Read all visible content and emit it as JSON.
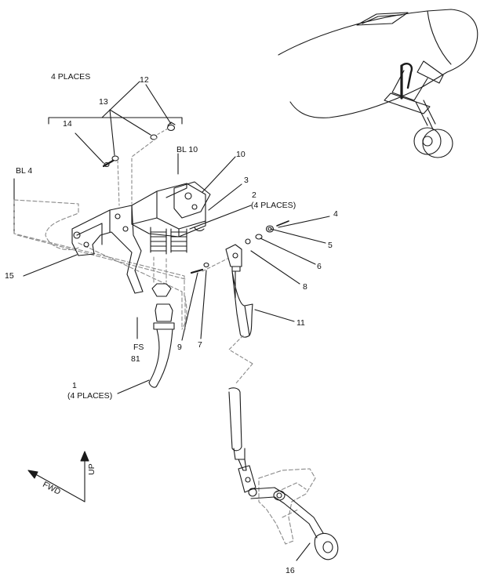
{
  "labels": {
    "four_places": "4 PLACES",
    "bl4": "BL 4",
    "bl10": "BL 10",
    "fs": "FS",
    "fs_num": "81",
    "up": "UP",
    "fwd": "FWD",
    "p1": "1",
    "p1_note": "(4 PLACES)",
    "p2": "2",
    "p2_note": "(4 PLACES)",
    "p3": "3",
    "p4": "4",
    "p5": "5",
    "p6": "6",
    "p7": "7",
    "p8": "8",
    "p9": "9",
    "p10": "10",
    "p11": "11",
    "p12": "12",
    "p13": "13",
    "p14": "14",
    "p15": "15",
    "p16": "16"
  },
  "colors": {
    "line": "#1a1a1a",
    "phantom": "#8a8a8a",
    "background": "#ffffff"
  }
}
